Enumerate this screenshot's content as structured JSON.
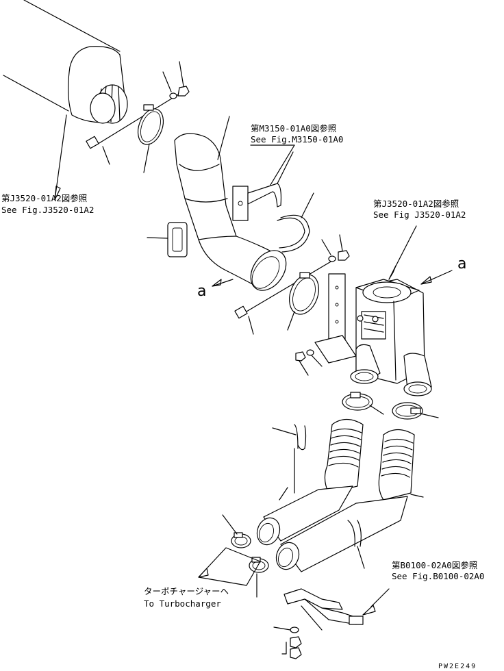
{
  "callouts": {
    "ref_m3150_jp": "第M3150-01A0図参照",
    "ref_m3150_en": "See Fig.M3150-01A0",
    "ref_j3520_left_jp": "第J3520-01A2図参照",
    "ref_j3520_left_en": "See Fig.J3520-01A2",
    "ref_j3520_right_jp": "第J3520-01A2図参照",
    "ref_j3520_right_en": "See Fig J3520-01A2",
    "ref_b0100_jp": "第B0100-02A0図参照",
    "ref_b0100_en": "See Fig.B0100-02A0",
    "turbo_jp": "ターボチャージャーヘ",
    "turbo_en": "To Turbocharger"
  },
  "markers": {
    "a_left": "a",
    "a_right": "a"
  },
  "drawing_code": "PW2E249"
}
